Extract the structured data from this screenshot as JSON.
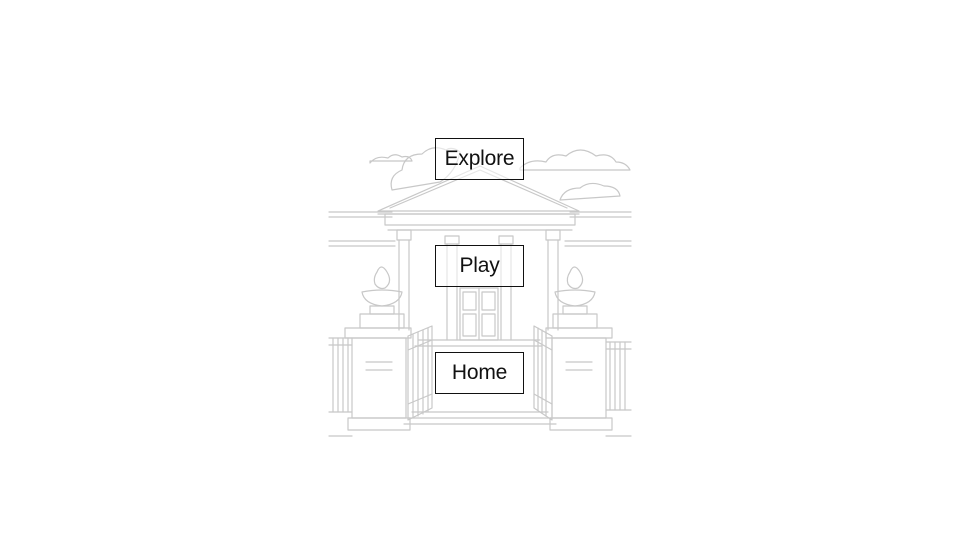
{
  "menu": {
    "items": [
      {
        "label": "Explore"
      },
      {
        "label": "Play"
      },
      {
        "label": "Home"
      }
    ]
  },
  "background": {
    "scene": "museum-entrance-sketch",
    "line_color": "#c8c8c8",
    "accent_color": "#111111"
  }
}
